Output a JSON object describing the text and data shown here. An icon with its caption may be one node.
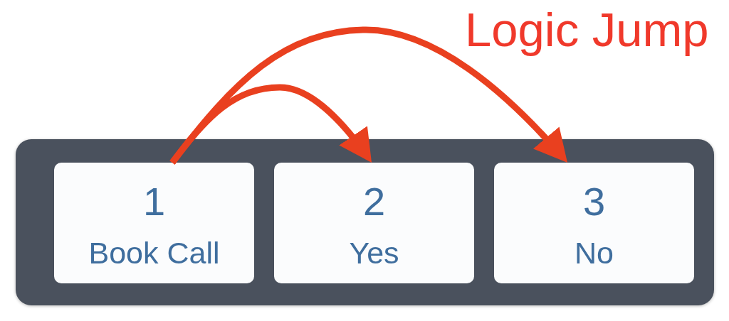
{
  "diagram": {
    "nodes": [
      {
        "text": [],
        "shape": "box"
      },
      {
        "text": [
          "1",
          "Book Call"
        ],
        "in": 0
      },
      {
        "text": [
          "2",
          "Yes"
        ],
        "in": 0
      },
      {
        "text": [
          "3",
          "No"
        ],
        "in": 0
      }
    ],
    "edges": [
      {
        "from": 1,
        "to": 2,
        "arrow": "to"
      },
      {
        "from": 1,
        "to": 3,
        "arrow": "to"
      }
    ],
    "labels": [
      "Logic Jump"
    ]
  }
}
